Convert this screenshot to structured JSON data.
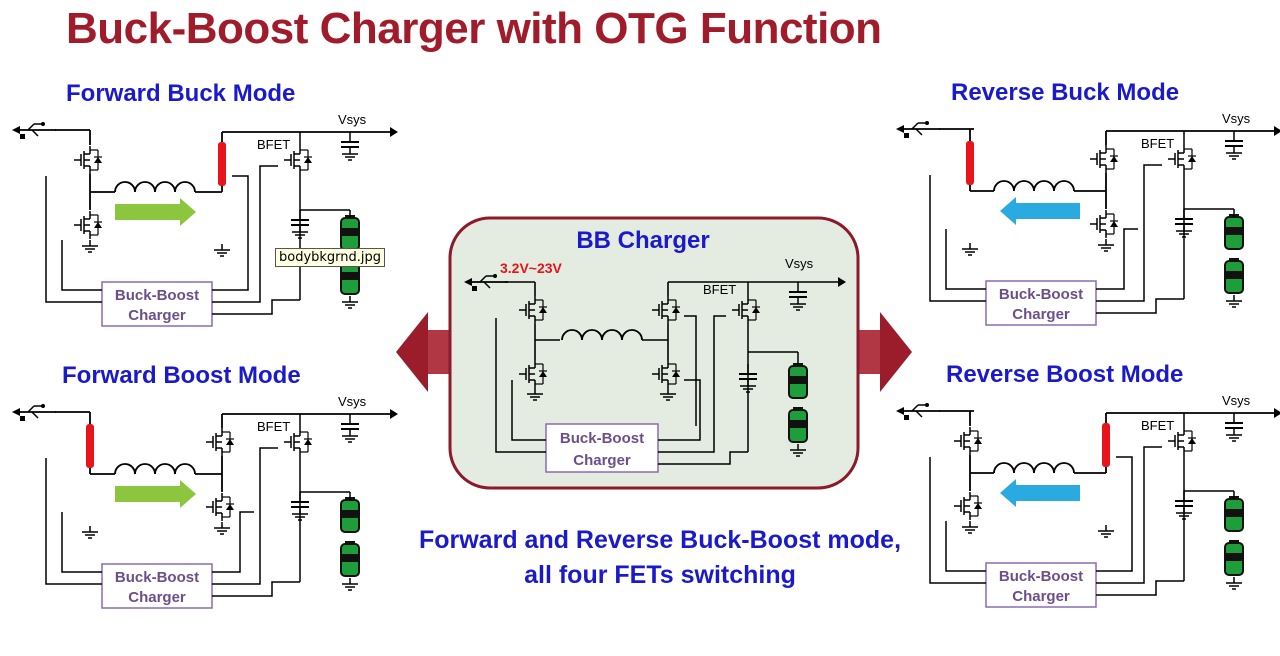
{
  "title": "Buck-Boost Charger with OTG Function",
  "modes": {
    "forward_buck": "Forward Buck Mode",
    "reverse_buck": "Reverse Buck Mode",
    "forward_boost": "Forward Boost Mode",
    "reverse_boost": "Reverse Boost Mode"
  },
  "center": {
    "title": "BB Charger",
    "voltage_range": "3.2V~23V",
    "vsys": "Vsys",
    "bfet": "BFET",
    "charger_line1": "Buck-Boost",
    "charger_line2": "Charger"
  },
  "circuit_labels": {
    "vsys": "Vsys",
    "bfet": "BFET",
    "charger_line1": "Buck-Boost",
    "charger_line2": "Charger"
  },
  "caption": {
    "line1": "Forward and Reverse Buck-Boost mode,",
    "line2": "all four FETs switching"
  },
  "tooltip": "bodybkgrnd.jpg",
  "colors": {
    "title": "#a11c2b",
    "label_blue": "#1a1acc",
    "forward_arrow": "#8cc63f",
    "reverse_arrow": "#29abe2",
    "active_switch": "#e8141c",
    "battery_green": "#1e9e3a",
    "side_arrow": "#9b1c2a",
    "center_box_border": "#8b1a2a",
    "center_box_fill": "#e4ebe0",
    "charger_box_border": "#8a6bb5"
  }
}
